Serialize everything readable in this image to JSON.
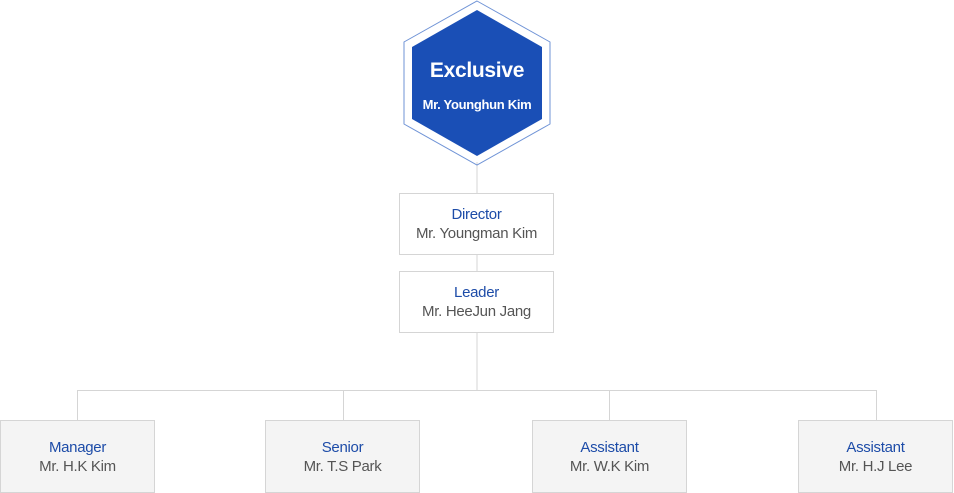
{
  "head": {
    "role": "Exclusive",
    "name": "Mr. Younghun Kim"
  },
  "director": {
    "role": "Director",
    "name": "Mr. Youngman Kim"
  },
  "leader": {
    "role": "Leader",
    "name": "Mr. HeeJun Jang"
  },
  "staff": [
    {
      "role": "Manager",
      "name": "Mr. H.K Kim"
    },
    {
      "role": "Senior",
      "name": "Mr. T.S Park"
    },
    {
      "role": "Assistant",
      "name": "Mr. W.K Kim"
    },
    {
      "role": "Assistant",
      "name": "Mr. H.J Lee"
    }
  ],
  "colors": {
    "hex_fill": "#1a4fb6",
    "hex_outline": "#6f93d6",
    "role_text": "#1d4ca8",
    "name_text": "#555555",
    "connector": "#d5d5d5",
    "staff_box_bg": "#f4f4f4"
  }
}
